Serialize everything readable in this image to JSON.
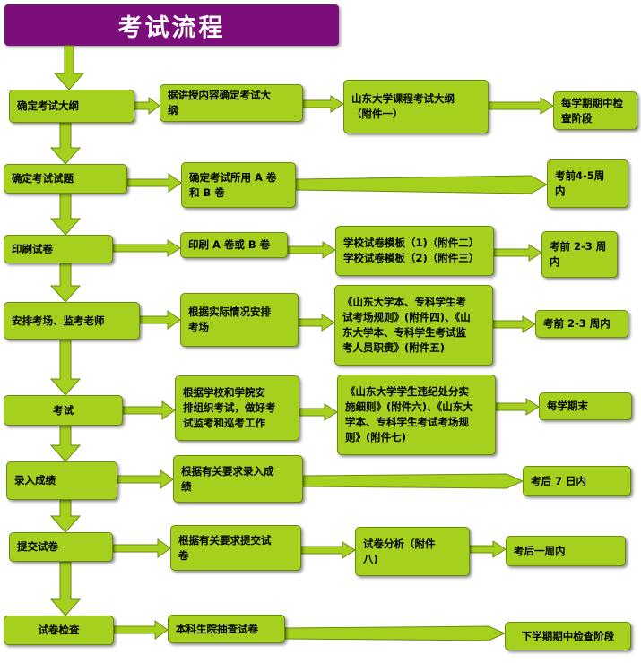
{
  "title": "考试流程",
  "colors": {
    "box_fill": "#a5d11e",
    "title_fill": "#7b0e7b",
    "arrow_fill": "#a5d11e"
  },
  "steps": [
    {
      "main": "确定考试大纲",
      "cols": [
        "据讲授内容确定考试大\n纲",
        "山东大学课程考试大纲\n（附件一）",
        "每学期期中检\n查阶段"
      ]
    },
    {
      "main": "确定考试试题",
      "cols": [
        "确定考试所用 A 卷\n和 B 卷",
        "考前4-5周\n内"
      ]
    },
    {
      "main": "印刷试卷",
      "cols": [
        "印刷 A 卷或 B 卷",
        "学校试卷模板（1)（附件二）\n学校试卷模板（2)（附件三）",
        "考前 2-3 周\n内"
      ]
    },
    {
      "main": "安排考场、监考老师",
      "cols": [
        "根据实际情况安排\n考场",
        "《山东大学本、专科学生考\n试考场规则》(附件四)、《山\n东大学本、专科学生考试监\n考人员职责》(附件五)",
        "考前 2-3 周内"
      ]
    },
    {
      "main": "考试",
      "cols": [
        "根据学校和学院安\n排组织考试，做好考\n试监考和巡考工作",
        "《山东大学学生违纪处分实\n施细则》(附件六)、《山东大\n学本、专科学生考试考场规\n则》(附件七)",
        "每学期末"
      ]
    },
    {
      "main": "录入成绩",
      "cols": [
        "根据有关要求录入成\n绩",
        "考后 7 日内"
      ]
    },
    {
      "main": "提交试卷",
      "cols": [
        "根据有关要求提交试\n卷",
        "试卷分析（附件\n八)",
        "考后一周内"
      ]
    },
    {
      "main": "试卷检查",
      "cols": [
        "本科生院抽查试卷",
        "下学期期中检查阶段"
      ]
    }
  ]
}
